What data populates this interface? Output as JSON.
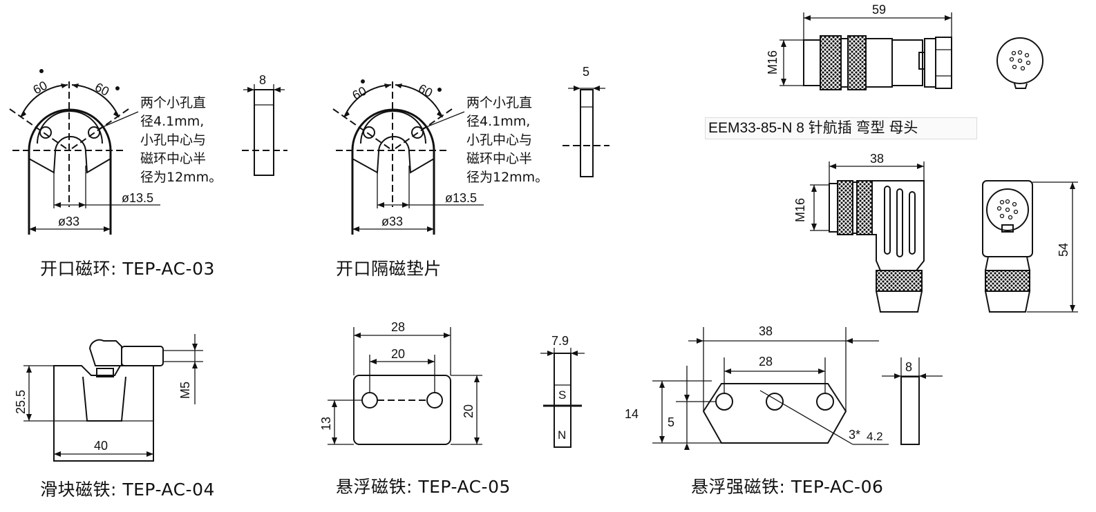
{
  "captions": {
    "ring_open": "开口磁环: TEP-AC-03",
    "spacer_open": "开口隔磁垫片",
    "slider": "滑块磁铁: TEP-AC-04",
    "float": "悬浮磁铁: TEP-AC-05",
    "float_strong": "悬浮强磁铁: TEP-AC-06"
  },
  "notes": {
    "hole_note_lines": [
      "两个小孔直",
      "径4.1mm,",
      "小孔中心与",
      "磁环中心半",
      "径为12mm。"
    ]
  },
  "connector": {
    "part_label": "EEM33-85-N   8 针航插 弯型 母头",
    "straight_length": "59",
    "straight_thread": "M16",
    "angled_length": "38",
    "angled_thread": "M16",
    "angled_height": "54"
  },
  "ring_open": {
    "angle_left": "60",
    "angle_right": "60",
    "inner_dia": "ø13.5",
    "outer_dia": "ø33",
    "thickness": "8"
  },
  "spacer_open": {
    "angle_left": "60",
    "angle_right": "60",
    "inner_dia": "ø13.5",
    "outer_dia": "ø33",
    "thickness": "5"
  },
  "slider": {
    "height": "25.5",
    "length": "40",
    "thread": "M5"
  },
  "float": {
    "length": "28",
    "hole_spacing": "20",
    "height": "20",
    "hole_offset": "13",
    "thickness": "7.9",
    "pole_s": "S",
    "pole_n": "N"
  },
  "float_strong": {
    "length": "38",
    "hole_spacing": "28",
    "height": "14",
    "hole_offset": "5",
    "holes": "3*",
    "hole_dia": "4.2",
    "thickness": "8"
  }
}
